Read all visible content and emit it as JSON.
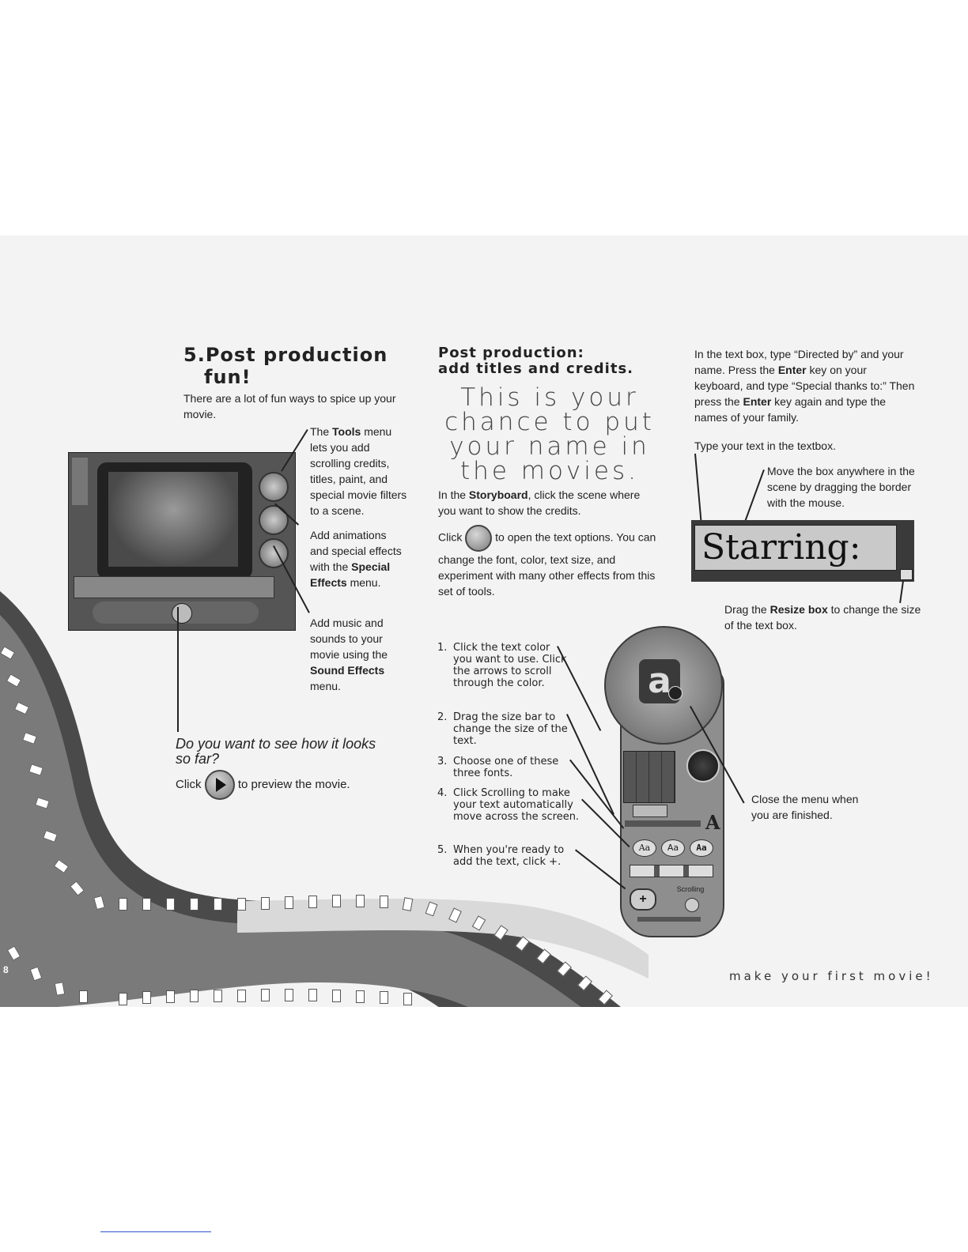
{
  "left_col": {
    "title_line1": "5.Post production",
    "title_line2": "fun!",
    "intro": "There are a lot of fun ways to spice up your movie.",
    "tools_callout_pre": "The ",
    "tools_callout_bold": "Tools",
    "tools_callout_post": " menu lets you add scrolling credits, titles, paint, and special movie filters to a scene.",
    "effects_callout_pre": "Add animations and special effects with the ",
    "effects_callout_bold": "Special Effects",
    "effects_callout_post": " menu.",
    "sound_callout_pre": "Add music and sounds to your movie using the ",
    "sound_callout_bold": "Sound Effects",
    "sound_callout_post": " menu.",
    "question": "Do you want to see how it looks so far?",
    "preview_pre": "Click",
    "preview_post": "to preview the movie."
  },
  "mid_col": {
    "heading_line1": "Post production:",
    "heading_line2": "add titles and credits.",
    "quote": "This is your chance to put your name in the movies.",
    "storyboard_pre": "In the ",
    "storyboard_bold": "Storyboard",
    "storyboard_post": ", click the scene where you want to show the credits.",
    "click_pre": "Click",
    "click_post": "to open the text options. You can change the font, color, text size, and experiment with many other effects from this set of tools.",
    "steps": [
      {
        "n": "1.",
        "text": "Click the text color you want to use. Click the arrows to scroll through the color."
      },
      {
        "n": "2.",
        "text": "Drag the size bar to change the size of the text."
      },
      {
        "n": "3.",
        "text": "Choose one of these three fonts."
      },
      {
        "n": "4.",
        "text": "Click Scrolling to make your text automatically move across the screen."
      },
      {
        "n": "5.",
        "text": "When you're ready to add the text, click +."
      }
    ]
  },
  "right_col": {
    "para_1": "In the text box, type “Directed by” and your name. Press the ",
    "para_enter1": "Enter",
    "para_2": " key on your keyboard, and type “Special thanks to:”  Then press the ",
    "para_enter2": "Enter",
    "para_3": " key again and type the names of your family.",
    "type_text": "Type your text in the textbox.",
    "move_callout": "Move the box anywhere in the scene by dragging the border with the mouse.",
    "textbox_sample": "Starring:",
    "resize_pre": "Drag the ",
    "resize_bold": "Resize box",
    "resize_post": " to change the size of the text box.",
    "close_callout": "Close the menu when you are finished."
  },
  "tool_panel": {
    "font_buttons": [
      "Aa",
      "Aa",
      "Aa"
    ],
    "scrolling_label": "Scrolling",
    "size_label": "A",
    "add_label": "+"
  },
  "footer": {
    "page_number": "8",
    "tagline": "make your first movie!"
  },
  "colors": {
    "page_bg": "#f3f3f3",
    "text": "#222222",
    "textbox_bg": "#c9c9c9",
    "textbox_frame": "#3a3a3a"
  }
}
